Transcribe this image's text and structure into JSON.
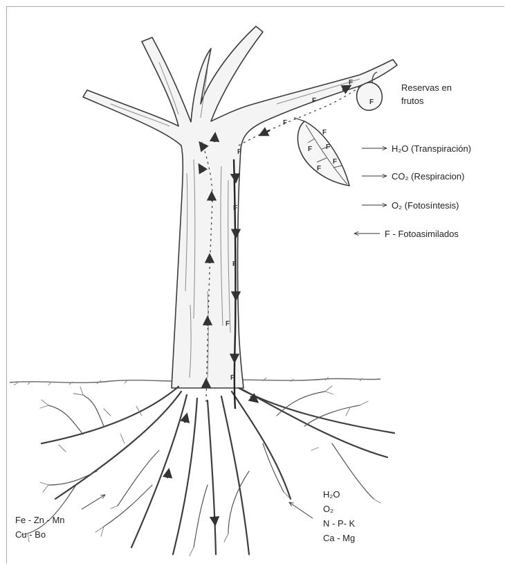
{
  "diagram": {
    "legend": [
      {
        "id": "h2o",
        "text": "H₂O (Transpiración)",
        "direction": "out"
      },
      {
        "id": "co2",
        "text": "CO₂ (Respiracion)",
        "direction": "out"
      },
      {
        "id": "o2",
        "text": "O₂ (Fotosíntesis)",
        "direction": "out"
      },
      {
        "id": "f",
        "text": "F - Fotoasimilados",
        "direction": "in"
      }
    ],
    "fruit_label": [
      "Reservas en",
      "frutos"
    ],
    "flow_marker": "F",
    "micronutrients": [
      "Fe - Zn - Mn",
      "Cu - Bo"
    ],
    "macronutrients": [
      "H₂O",
      "O₂",
      "N - P- K",
      "Ca - Mg"
    ]
  }
}
